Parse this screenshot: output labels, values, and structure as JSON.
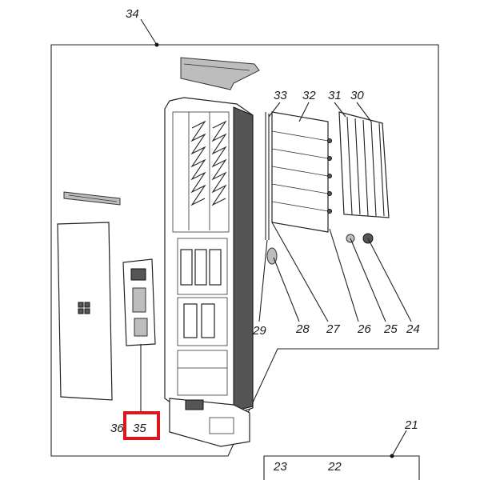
{
  "labels": {
    "l34": "34",
    "l33": "33",
    "l32": "32",
    "l31": "31",
    "l30": "30",
    "l29": "29",
    "l28": "28",
    "l27": "27",
    "l26": "26",
    "l25": "25",
    "l24": "24",
    "l36": "36",
    "l35": "35",
    "l21": "21",
    "l23": "23",
    "l22": "22"
  },
  "highlight": {
    "color": "#e0141e",
    "target": "35"
  }
}
